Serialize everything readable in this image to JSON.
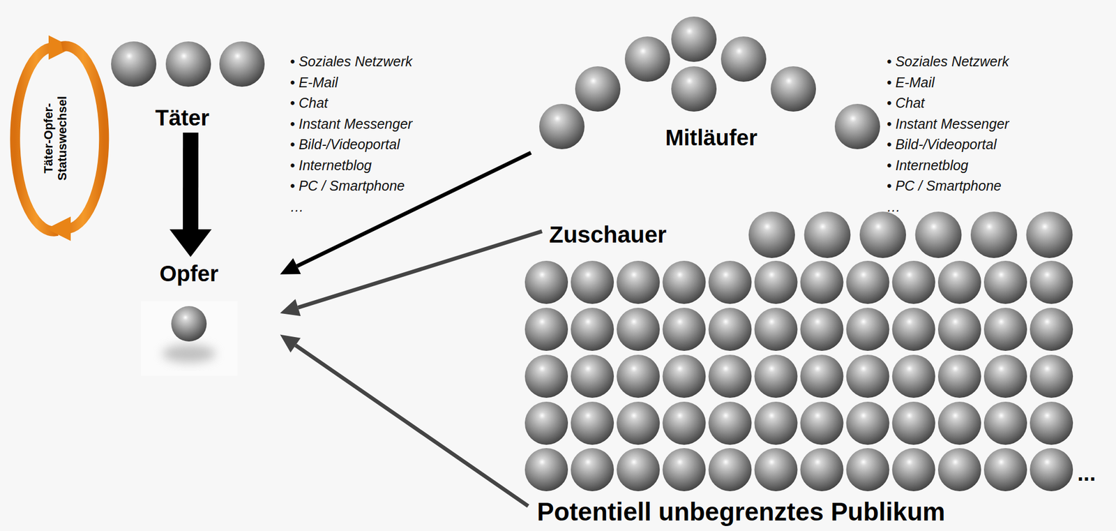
{
  "diagram": {
    "nodes": [
      {
        "text": [
          "Täter"
        ]
      },
      {
        "text": [
          "Opfer"
        ]
      },
      {
        "text": [
          "Mitläufer"
        ]
      },
      {
        "text": [
          "Zuschauer"
        ]
      },
      {
        "text": [
          "Potentiell unbegrenztes Publikum"
        ]
      }
    ],
    "edges": [
      {
        "from": 0,
        "to": 1,
        "arrow": "to"
      },
      {
        "from": 2,
        "to": 1,
        "arrow": "to"
      },
      {
        "from": 3,
        "to": 1,
        "arrow": "to"
      },
      {
        "from": 4,
        "to": 1,
        "arrow": "to"
      }
    ],
    "labels": [
      "Täter-Opfer-Statuswechsel",
      "• Soziales Netzwerk",
      "• E-Mail",
      "• Chat",
      "• Instant Messenger",
      "• Bild-/Videoportal",
      "• Internetblog",
      "• PC / Smartphone",
      "…",
      "• Soziales Netzwerk",
      "• E-Mail",
      "• Chat",
      "• Instant Messenger",
      "• Bild-/Videoportal",
      "• Internetblog",
      "• PC / Smartphone",
      "…",
      "..."
    ]
  }
}
